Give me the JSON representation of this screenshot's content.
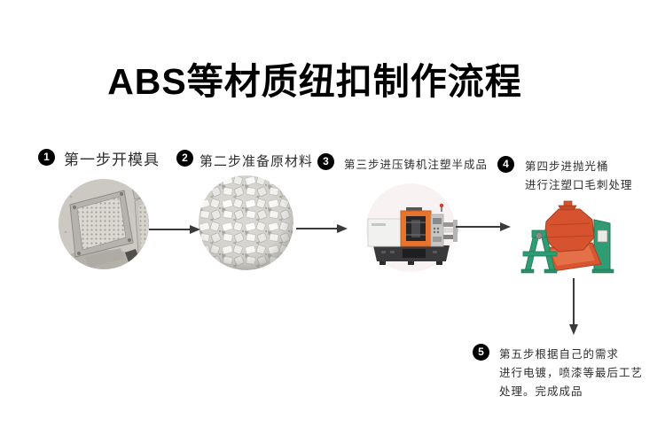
{
  "title": "ABS等材质纽扣制作流程",
  "steps": [
    {
      "number": "1",
      "lines": [
        "第一步开模具"
      ],
      "image": "mold-photo"
    },
    {
      "number": "2",
      "lines": [
        "第二步准备原材料"
      ],
      "image": "pellets-photo"
    },
    {
      "number": "3",
      "lines": [
        "第三步进压铸机注塑半成品"
      ],
      "image": "injection-machine-photo"
    },
    {
      "number": "4",
      "lines": [
        "第四步进抛光桶",
        "进行注塑口毛刺处理"
      ],
      "image": "polishing-barrel-photo"
    },
    {
      "number": "5",
      "lines": [
        "第五步根据自己的需求",
        "进行电镀，喷漆等最后工艺",
        "处理。完成成品"
      ],
      "image": ""
    }
  ],
  "colors": {
    "badge": "#000000",
    "arrow": "#3a3a3a",
    "label_text": "#2e2e2e",
    "machine_orange": "#e5742e",
    "machine_circle_bg": "#f9f2f3",
    "barrel_red": "#d7522f",
    "frame_green": "#2f9c73"
  }
}
